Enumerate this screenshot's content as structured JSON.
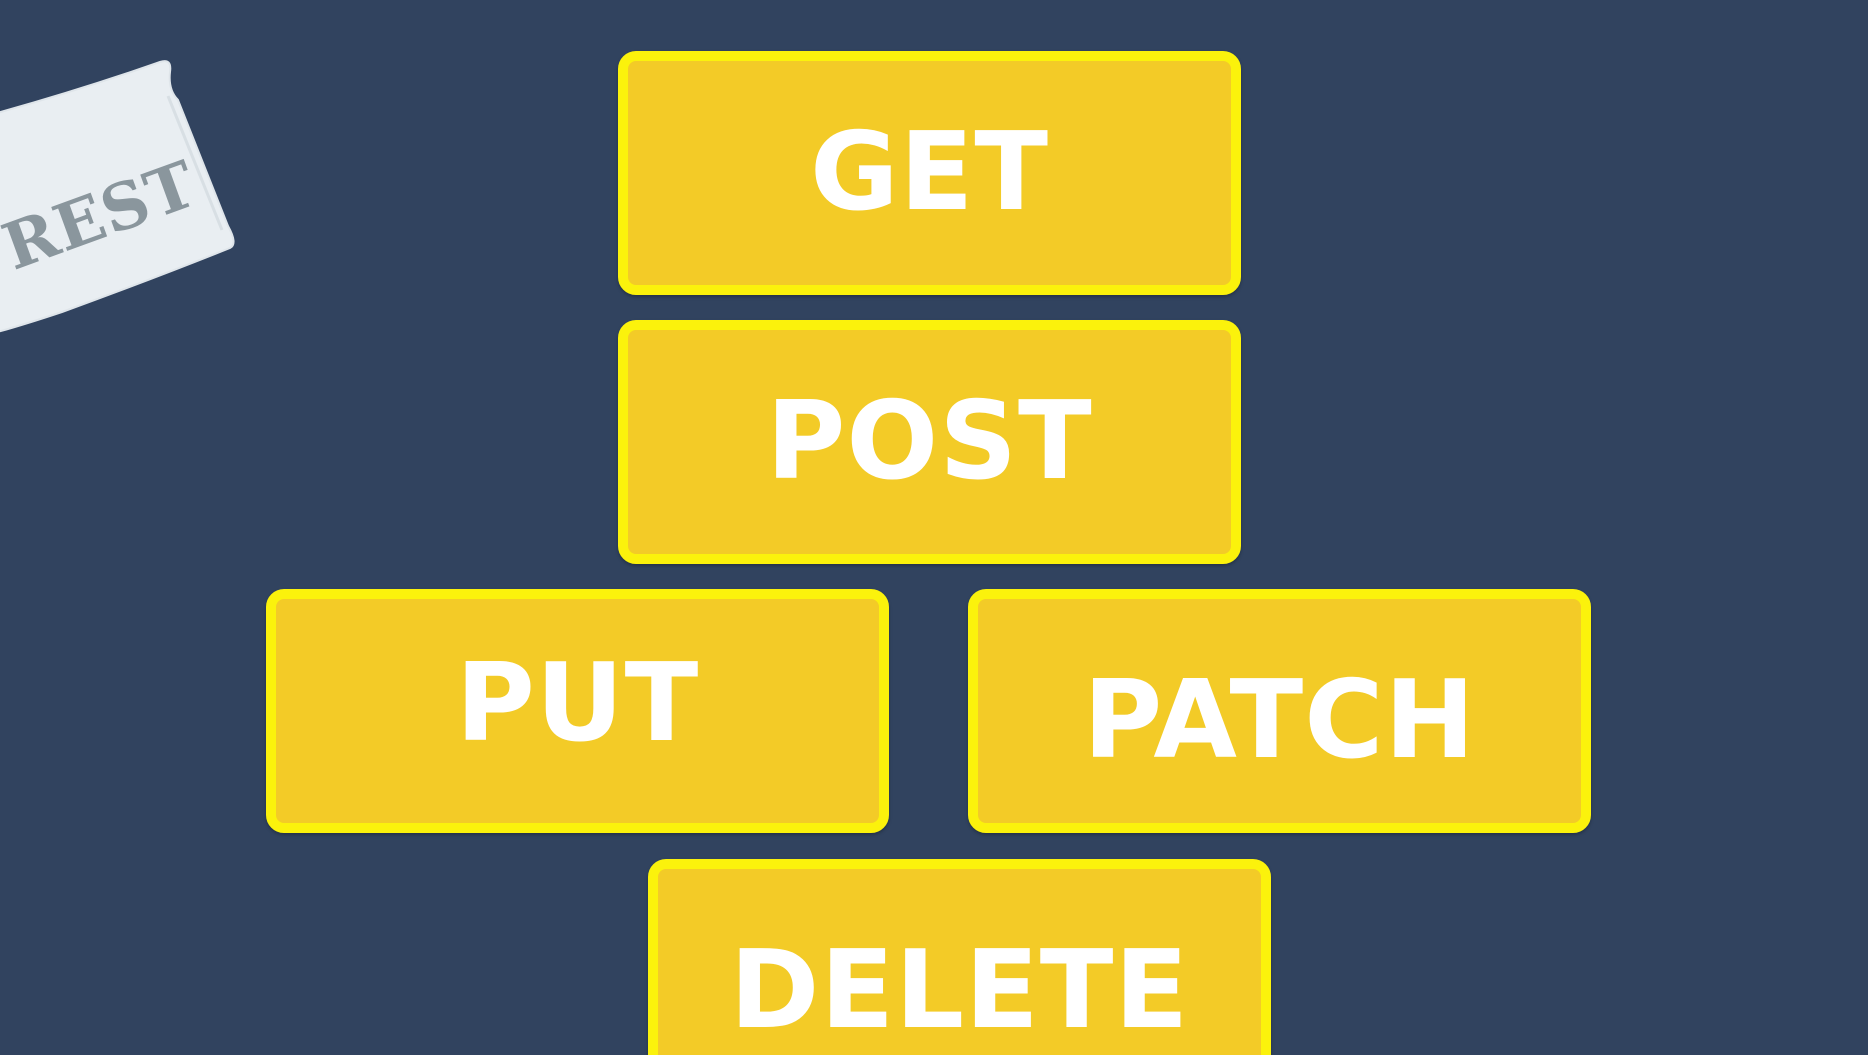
{
  "pillow": {
    "label": "REST"
  },
  "methods": {
    "get": "GET",
    "post": "POST",
    "put": "PUT",
    "patch": "PATCH",
    "delete": "DELETE"
  },
  "colors": {
    "background": "#31435f",
    "button_fill": "#f3cb27",
    "button_border": "#fbf20c",
    "button_text": "#ffffff",
    "pillow_fill": "#e9eef2",
    "pillow_text": "#8a969d"
  }
}
